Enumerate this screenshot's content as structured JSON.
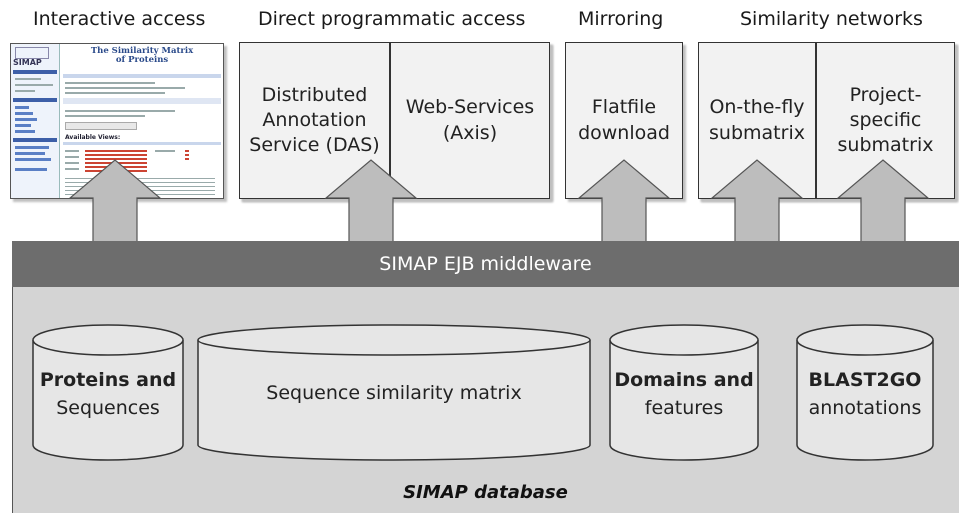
{
  "headers": {
    "interactive": "Interactive access",
    "programmatic": "Direct programmatic access",
    "mirroring": "Mirroring",
    "networks": "Similarity networks"
  },
  "thumbnail": {
    "logo": "SIMAP",
    "title_line1": "The Similarity Matrix",
    "title_line2": "of Proteins",
    "section": "Available Views:"
  },
  "boxes": {
    "das": [
      "Distributed",
      "Annotation",
      "Service (DAS)"
    ],
    "ws": [
      "Web-Services",
      "(Axis)"
    ],
    "flatfile": [
      "Flatfile",
      "download"
    ],
    "onthefly": [
      "On-the-fly",
      "submatrix"
    ],
    "project": [
      "Project-",
      "specific",
      "submatrix"
    ]
  },
  "middleware": "SIMAP EJB middleware",
  "cylinders": {
    "proteins": {
      "line1": "Proteins and",
      "line2": "Sequences"
    },
    "matrix": {
      "line1": "Sequence similarity matrix"
    },
    "domains": {
      "line1": "Domains and",
      "line2": "features"
    },
    "blast": {
      "line1": "BLAST2GO",
      "line2": "annotations"
    }
  },
  "database_title": "SIMAP database",
  "colors": {
    "middleware": "#6d6d6d",
    "database": "#d4d4d4",
    "box_fill": "#f2f2f2",
    "arrow": "#bdbdbd",
    "cylinder": "#e6e6e6"
  }
}
